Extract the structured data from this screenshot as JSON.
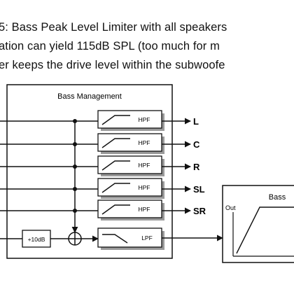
{
  "caption": {
    "line1": "5: Bass Peak Level Limiter with all speakers",
    "line2": "ation can yield 115dB SPL (too much for m",
    "line3": "er keeps the drive level within the subwoofe"
  },
  "diagram": {
    "block_title": "Bass Management",
    "filters": [
      "HPF",
      "HPF",
      "HPF",
      "HPF",
      "HPF"
    ],
    "outputs": [
      "L",
      "C",
      "R",
      "SL",
      "SR"
    ],
    "gain_label": "+10dB",
    "lpf_label": "LPF",
    "limiter_title": "Bass",
    "limiter_axis_label": "Out"
  },
  "colors": {
    "line": "#111111",
    "box_fill": "#ffffff",
    "shadow": "#9a9a9a",
    "background": "#ffffff"
  }
}
